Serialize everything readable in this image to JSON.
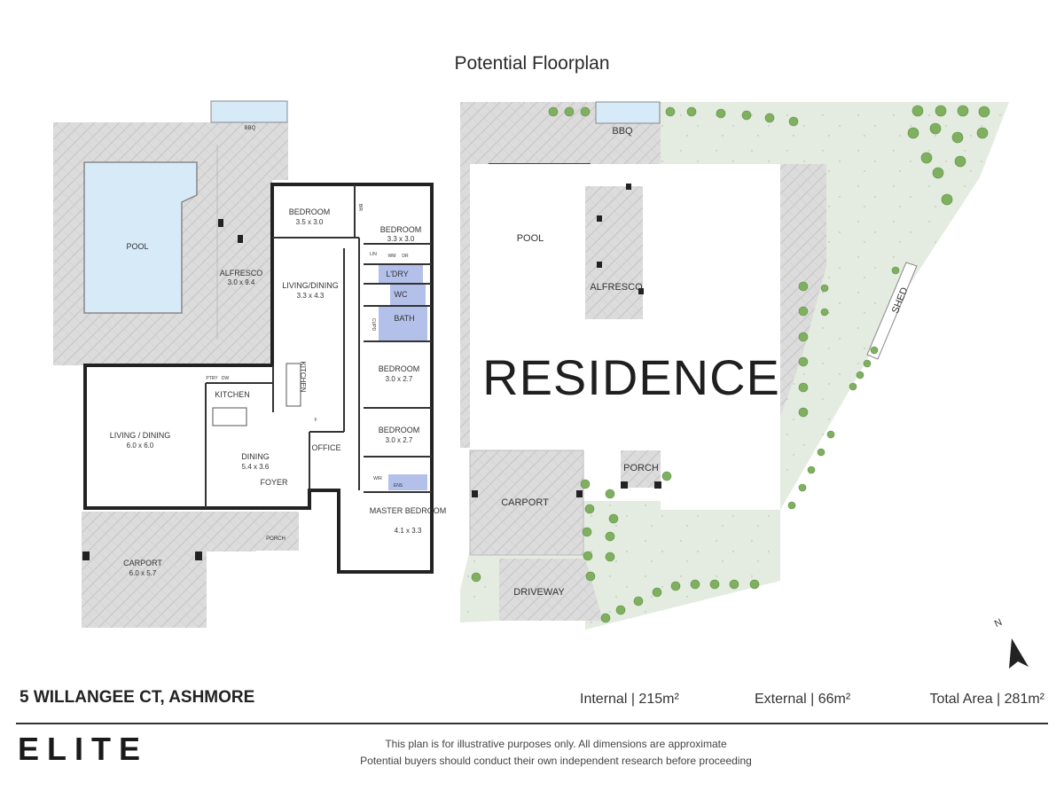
{
  "title": "Potential Floorplan",
  "floorplan": {
    "rooms": [
      {
        "id": "pool",
        "name": "POOL",
        "size": ""
      },
      {
        "id": "bbq",
        "name": "BBQ",
        "size": ""
      },
      {
        "id": "alfresco",
        "name": "ALFRESCO",
        "size": "3.0 x 9.4"
      },
      {
        "id": "bedroom-a",
        "name": "BEDROOM",
        "size": "3.5 x 3.0"
      },
      {
        "id": "bedroom-b",
        "name": "BEDROOM",
        "size": "3.3 x 3.0"
      },
      {
        "id": "living-dining-small",
        "name": "LIVING/DINING",
        "size": "3.3 x 4.3"
      },
      {
        "id": "laundry",
        "name": "L'DRY",
        "size": ""
      },
      {
        "id": "wc",
        "name": "WC",
        "size": ""
      },
      {
        "id": "bath",
        "name": "BATH",
        "size": ""
      },
      {
        "id": "bedroom-c",
        "name": "BEDROOM",
        "size": "3.0 x 2.7"
      },
      {
        "id": "bedroom-d",
        "name": "BEDROOM",
        "size": "3.0 x 2.7"
      },
      {
        "id": "kitchen",
        "name": "KITCHEN",
        "size": ""
      },
      {
        "id": "kitchen-side",
        "name": "KITCHEN",
        "size": ""
      },
      {
        "id": "living-dining-large",
        "name": "LIVING / DINING",
        "size": "6.0 x 6.0"
      },
      {
        "id": "dining",
        "name": "DINING",
        "size": "5.4 x 3.6"
      },
      {
        "id": "foyer",
        "name": "FOYER",
        "size": ""
      },
      {
        "id": "office",
        "name": "OFFICE",
        "size": ""
      },
      {
        "id": "master-bedroom",
        "name": "MASTER BEDROOM",
        "size": "4.1 x 3.3"
      },
      {
        "id": "porch",
        "name": "PORCH",
        "size": ""
      },
      {
        "id": "carport",
        "name": "CARPORT",
        "size": "6.0 x 5.7"
      }
    ],
    "fixtures": {
      "bir": "BIR",
      "lin": "LIN",
      "wm": "WM",
      "dr": "DR",
      "cupd": "CUPD",
      "ptry": "PTRY",
      "dw": "DW",
      "wir": "WIR",
      "ens": "ENS",
      "f": "F"
    }
  },
  "siteplan": {
    "residence": "RESIDENCE",
    "labels": {
      "bbq": "BBQ",
      "pool": "POOL",
      "alfresco": "ALFRESCO",
      "porch": "PORCH",
      "carport": "CARPORT",
      "driveway": "DRIVEWAY",
      "shed": "SHED"
    }
  },
  "north": "N",
  "address": "5 WILLANGEE CT, ASHMORE",
  "areas": {
    "internal": "Internal | 215m²",
    "external": "External | 66m²",
    "total": "Total Area | 281m²"
  },
  "brand": "ELITE",
  "disclaimer": {
    "line1": "This plan is for illustrative purposes only. All dimensions are approximate",
    "line2": "Potential buyers should conduct their own independent research before proceeding"
  },
  "colors": {
    "wall": "#222222",
    "paving": "#dcdcdc",
    "pool_water": "#d6eaf8",
    "wet_area": "#b3c0ea",
    "lawn": "#e4ebe0",
    "shrub": "#7fb060"
  }
}
